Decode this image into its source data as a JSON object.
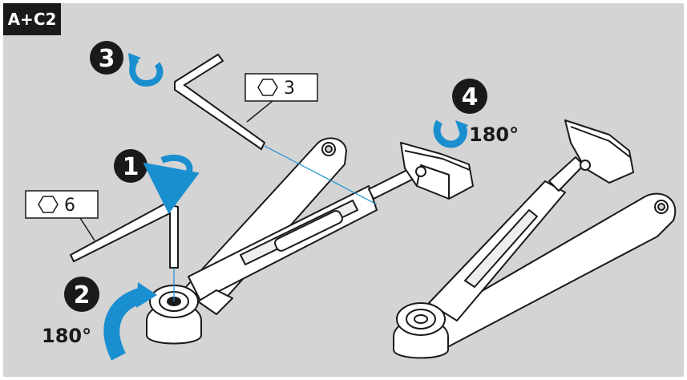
{
  "badge": "A+C2",
  "steps": [
    {
      "number": "1"
    },
    {
      "number": "2",
      "angle": "180°"
    },
    {
      "number": "3"
    },
    {
      "number": "4",
      "angle": "180°"
    }
  ],
  "hex_keys": [
    {
      "size": "6"
    },
    {
      "size": "3"
    }
  ],
  "colors": {
    "background": "#d4d4d4",
    "badge_bg": "#1a1a1a",
    "arrow": "#1a8fd0",
    "line": "#1a8fd0",
    "part_fill": "#ffffff",
    "part_stroke": "#1a1a1a"
  }
}
